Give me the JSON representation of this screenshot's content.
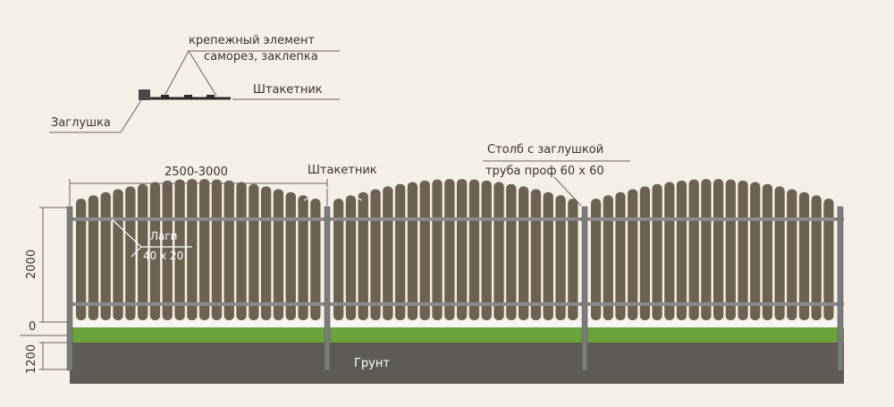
{
  "detail": {
    "fastener_line1": "крепежный элемент",
    "fastener_line2": "саморез, заклепка",
    "picket": "Штакетник",
    "cap": "Заглушка"
  },
  "fence": {
    "span": "2500-3000",
    "picket": "Штакетник",
    "post_line1": "Столб с заглушкой",
    "post_line2": "труба проф 60 х 60",
    "rails_line1": "Лаги",
    "rails_line2": "40 х 20",
    "height": "2000",
    "zero": "0",
    "depth": "1200",
    "ground": "Грунт"
  },
  "colors": {
    "picket": "#6d6150",
    "post": "#7b7b7b",
    "grass": "#6aa33a",
    "soil": "#5e5b57",
    "background": "#f4f0e6"
  }
}
